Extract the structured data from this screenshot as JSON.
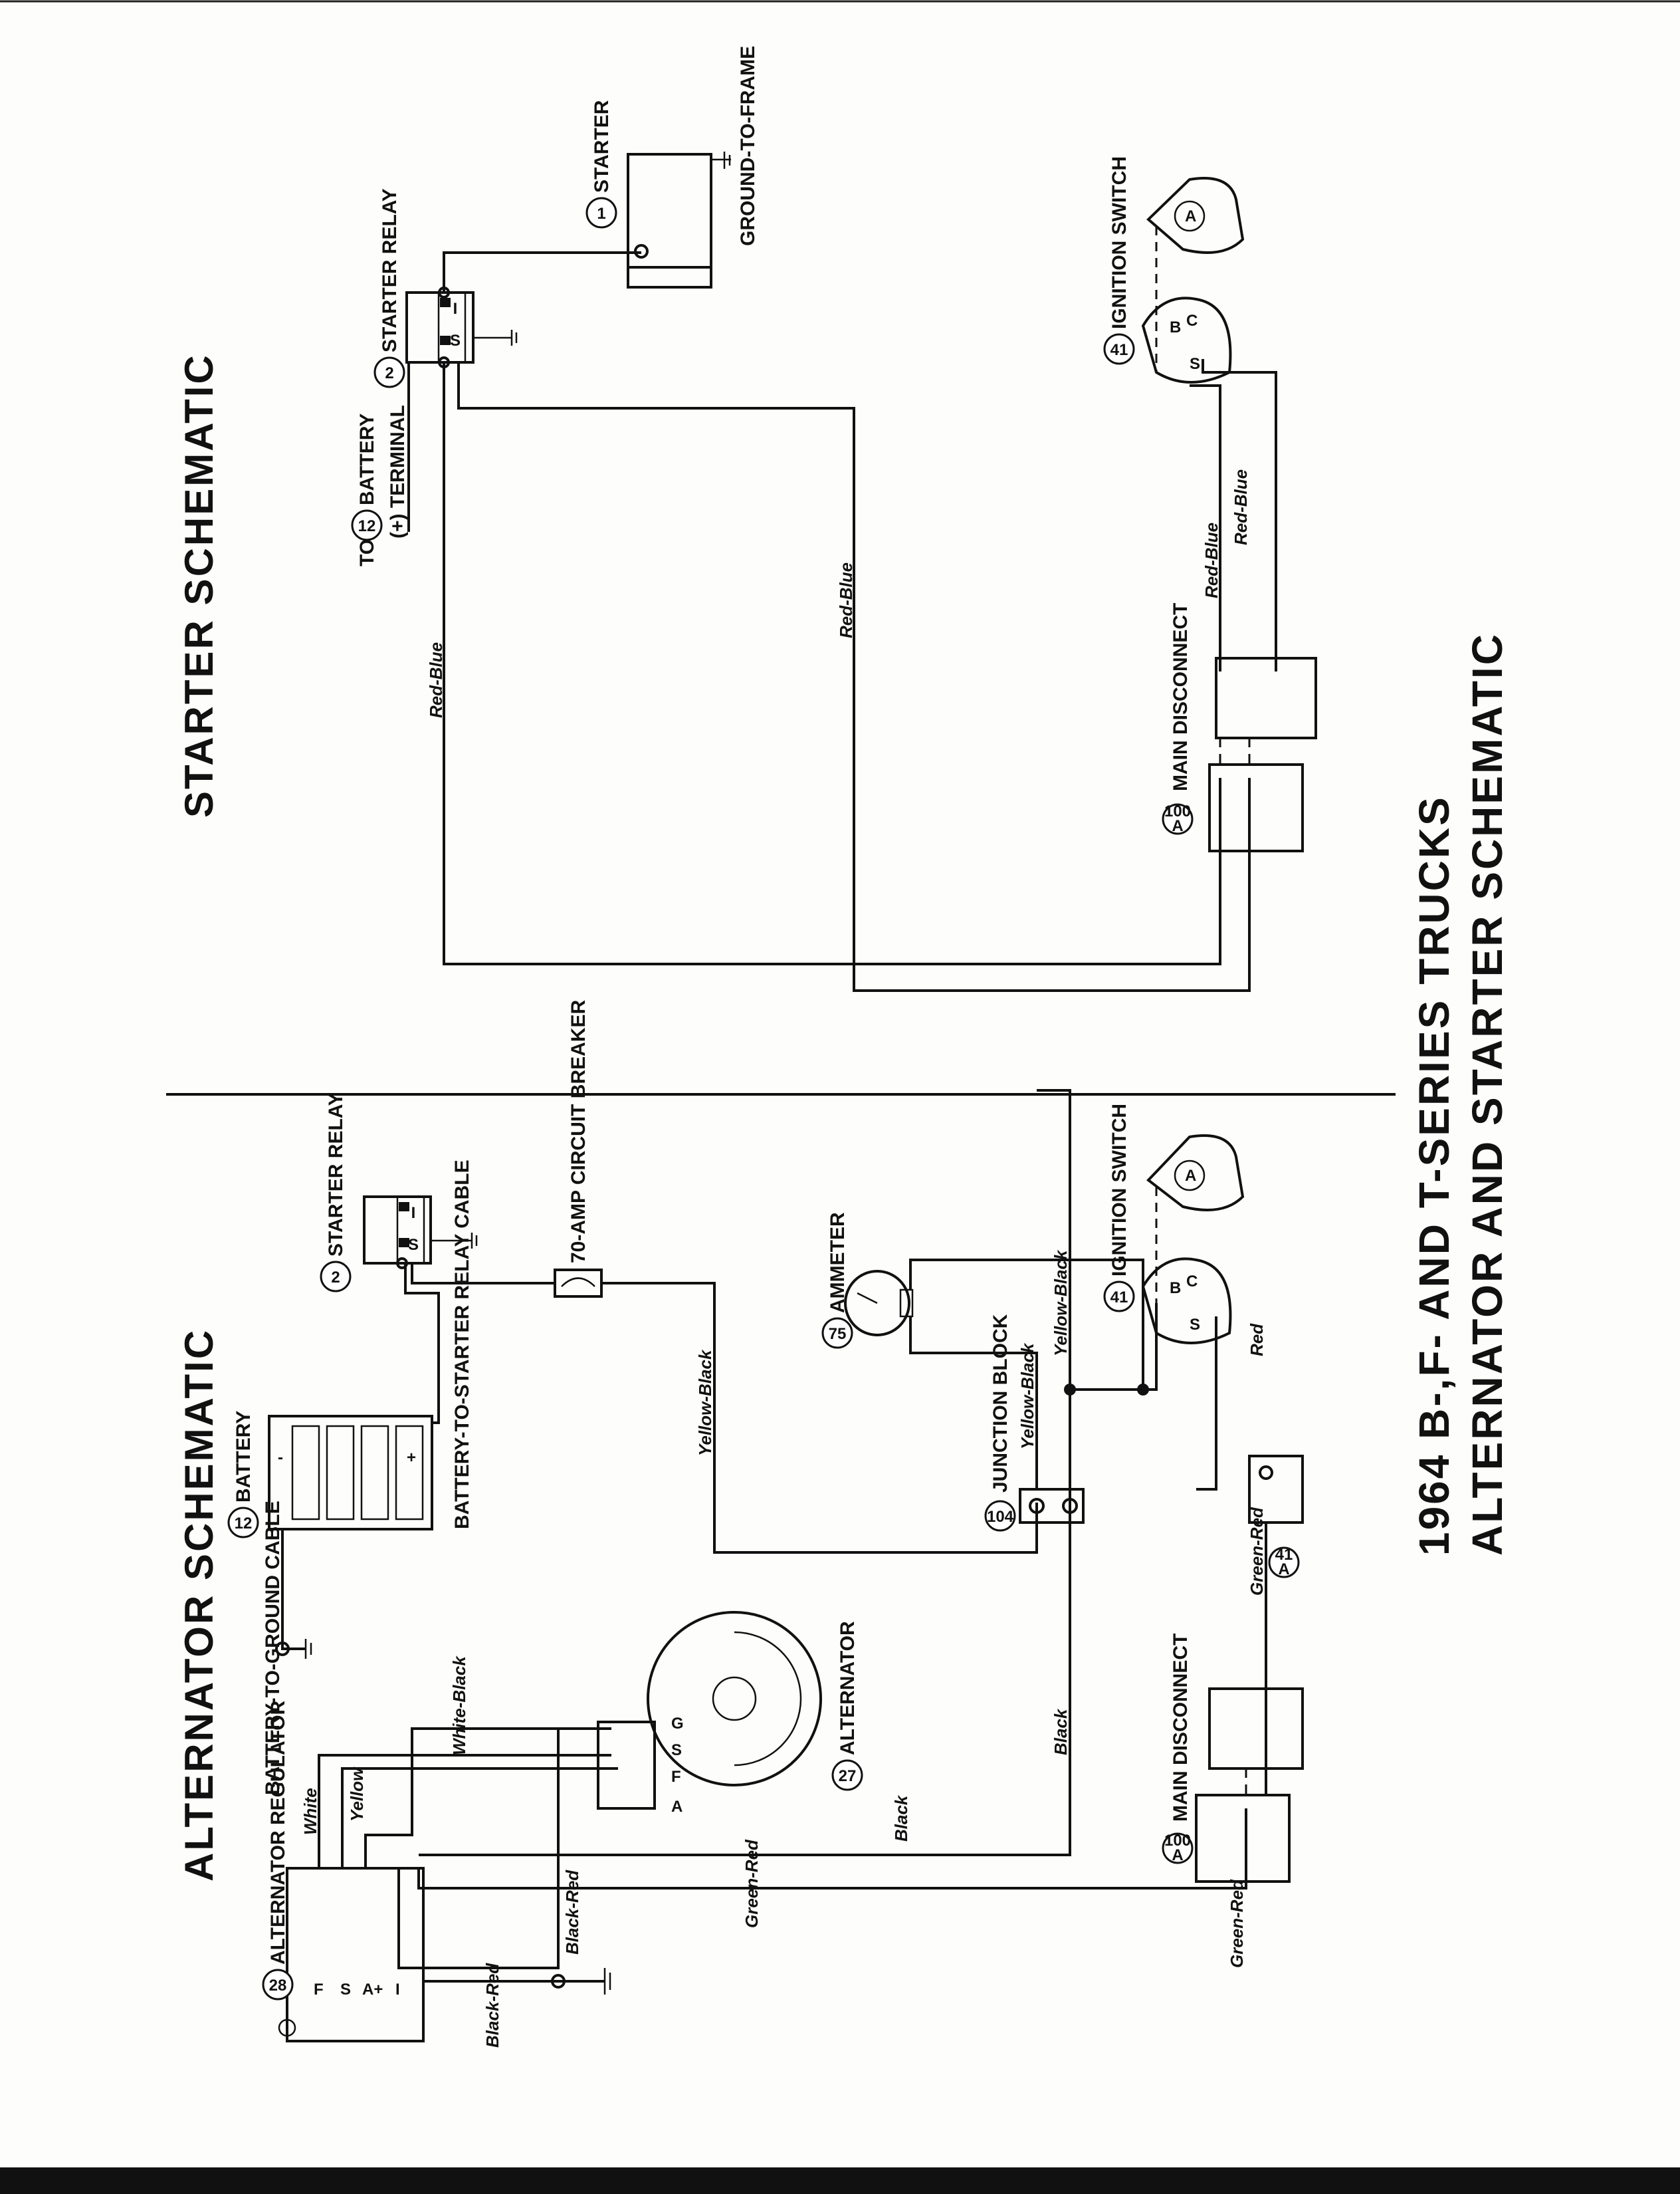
{
  "document": {
    "title_line1": "1964 B-,F- AND T-SERIES TRUCKS",
    "title_line2": "ALTERNATOR AND STARTER SCHEMATIC"
  },
  "starter_schematic": {
    "heading": "STARTER SCHEMATIC",
    "components": {
      "starter": {
        "num": "1",
        "label": "STARTER",
        "ground": "GROUND-TO-FRAME"
      },
      "starter_relay": {
        "num": "2",
        "label": "STARTER RELAY",
        "terminals": [
          "I",
          "S"
        ]
      },
      "battery_terminal": {
        "prefix": "TO",
        "num": "12",
        "label": "BATTERY",
        "terminal_label": "(+) TERMINAL"
      },
      "ignition_switch": {
        "num": "41",
        "label": "IGNITION SWITCH",
        "terminals": [
          "A",
          "B",
          "C",
          "S"
        ]
      },
      "main_disconnect": {
        "num": "100",
        "sub": "A",
        "label": "MAIN DISCONNECT"
      }
    },
    "wires": [
      "Red-Blue",
      "Red-Blue",
      "Red-Blue",
      "Red-Blue"
    ]
  },
  "alternator_schematic": {
    "heading": "ALTERNATOR SCHEMATIC",
    "components": {
      "alternator_regulator": {
        "num": "28",
        "label": "ALTERNATOR REGULATOR",
        "terminals": [
          "F",
          "S",
          "A+",
          "I"
        ]
      },
      "battery": {
        "num": "12",
        "label": "BATTERY",
        "terminals": [
          "-",
          "+"
        ]
      },
      "ground_cable": {
        "label": "BATTERY-TO-GROUND CABLE"
      },
      "relay_cable": {
        "label": "BATTERY-TO-STARTER RELAY CABLE"
      },
      "starter_relay": {
        "num": "2",
        "label": "STARTER RELAY",
        "terminals": [
          "I",
          "S"
        ]
      },
      "circuit_breaker": {
        "label": "70-AMP CIRCUIT BREAKER"
      },
      "ammeter": {
        "num": "75",
        "label": "AMMETER"
      },
      "ignition_switch": {
        "num": "41",
        "label": "IGNITION SWITCH",
        "terminals": [
          "A",
          "B",
          "C",
          "S"
        ]
      },
      "junction_block": {
        "num": "104",
        "label": "JUNCTION BLOCK"
      },
      "alternator": {
        "num": "27",
        "label": "ALTERNATOR",
        "terminals": [
          "A",
          "F",
          "S",
          "G"
        ]
      },
      "connector_41a": {
        "num": "41",
        "sub": "A"
      },
      "main_disconnect": {
        "num": "100",
        "sub": "A",
        "label": "MAIN DISCONNECT"
      }
    },
    "wires": {
      "white": "White",
      "yellow": "Yellow",
      "white_black": "White-Black",
      "black_red_1": "Black-Red",
      "black_red_2": "Black-Red",
      "green_red_1": "Green-Red",
      "green_red_2": "Green-Red",
      "green_red_3": "Green-Red",
      "black_1": "Black",
      "black_2": "Black",
      "yellow_black_1": "Yellow-Black",
      "yellow_black_2": "Yellow-Black",
      "yellow_black_3": "Yellow-Black",
      "red": "Red"
    }
  }
}
